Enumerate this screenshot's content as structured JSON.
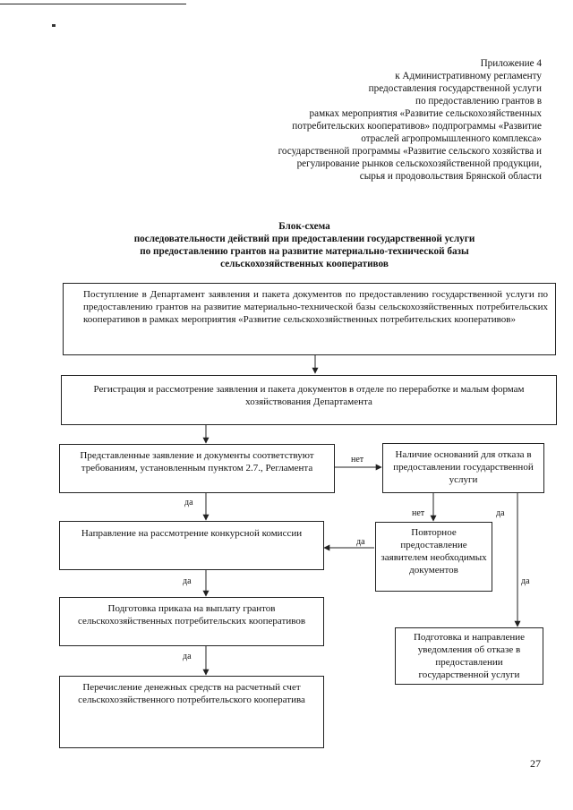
{
  "appendix": {
    "lines": [
      "Приложение 4",
      "к Административному регламенту",
      "предоставления государственной услуги",
      "по предоставлению грантов в",
      "рамках мероприятия «Развитие сельскохозяйственных",
      "потребительских кооперативов» подпрограммы «Развитие",
      "отраслей агропромышленного комплекса»",
      "государственной программы «Развитие сельского хозяйства и",
      "регулирование рынков сельскохозяйственной продукции,",
      "сырья и продовольствия Брянской области"
    ]
  },
  "title": {
    "line1": "Блок-схема",
    "line2": "последовательности действий при предоставлении государственной услуги",
    "line3": "по предоставлению грантов на развитие материально-технической базы",
    "line4": "сельскохозяйственных кооперативов"
  },
  "boxes": {
    "receipt": "Поступление в Департамент заявления  и пакета документов по  предоставлению государственной услуги по предоставлению  грантов на развитие материально-технической базы сельскохозяйственных потребительских кооперативов в рамках мероприятия «Развитие сельскохозяйственных потребительских кооперативов»",
    "registration": "Регистрация и рассмотрение заявления и пакета документов в отделе по переработке и малым формам хозяйствования Департамента",
    "compliance": "Представленные заявление и документы соответствуют требованиям,  установленным пунктом 2.7.,  Регламента",
    "refusal_grounds": "Наличие оснований для отказа в предоставлении государственной услуги",
    "commission": "Направление на рассмотрение конкурсной комиссии",
    "resubmission": "Повторное предоставление заявителем необходимых документов",
    "order": "Подготовка приказа на выплату грантов сельскохозяйственных потребительских кооперативов",
    "refusal_notice": "Подготовка и направление уведомления об отказе в предоставлении государственной услуги",
    "transfer": "Перечисление денежных средств  на расчетный счет сельскохозяйственного потребительского кооператива"
  },
  "labels": {
    "no1": "нет",
    "yes1": "да",
    "no2": "нет",
    "yes2": "да",
    "yes3": "да",
    "yes4": "да",
    "yes5": "да",
    "yes6": "да"
  },
  "page_number": "27"
}
